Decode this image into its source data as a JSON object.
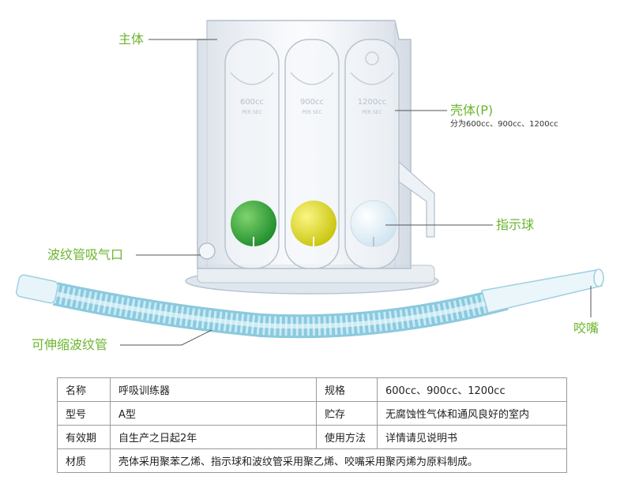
{
  "callouts": {
    "body": "主体",
    "shell": "壳体(P)",
    "shell_note": "分为600cc、900cc、1200cc",
    "indicator": "指示球",
    "inlet": "波纹管吸气口",
    "tube": "可伸缩波纹管",
    "mouthpiece": "咬嘴"
  },
  "columns": {
    "col1_label": "600cc",
    "col2_label": "900cc",
    "col3_label": "1200cc",
    "unit": "PER SEC"
  },
  "colors": {
    "accent_green": "#6bb52e",
    "ball_green": "#2ea43a",
    "ball_yellow": "#e1dc1e",
    "ball_white": "#e8f3fb"
  },
  "spec": {
    "row1": {
      "k1": "名称",
      "v1": "呼吸训练器",
      "k2": "规格",
      "v2": "600cc、900cc、1200cc"
    },
    "row2": {
      "k1": "型号",
      "v1": "A型",
      "k2": "贮存",
      "v2": "无腐蚀性气体和通风良好的室内"
    },
    "row3": {
      "k1": "有效期",
      "v1": "自生产之日起2年",
      "k2": "使用方法",
      "v2": "详情请见说明书"
    },
    "row4": {
      "k1": "材质",
      "v1": "壳体采用聚苯乙烯、指示球和波纹管采用聚乙烯、咬嘴采用聚丙烯为原料制成。"
    }
  }
}
